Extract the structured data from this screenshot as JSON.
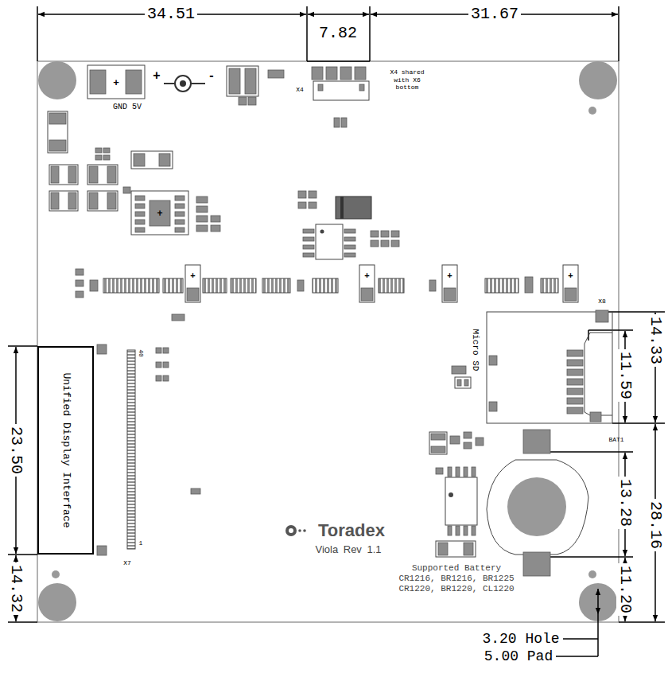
{
  "diagram": {
    "nodes": [
      {
        "text": [
          "Unified Display Interface"
        ]
      }
    ],
    "labels": [
      "34.51",
      "7.82",
      "31.67",
      "+",
      "GND 5V",
      "+",
      "-",
      "X4",
      "X4 shared with X6 bottom",
      "+",
      "+",
      "+",
      "+",
      "+",
      "X8",
      "Micro SD",
      "14.33",
      "11.59",
      "40",
      "23.50",
      "1",
      "X7",
      "BAT1",
      "13.28",
      "28.16",
      "Toradex",
      "Viola Rev 1.1",
      "14.32",
      "Supported Battery CR1216, BR1216, BR1225 CR1220, BR1220, CL1220",
      "11.20",
      "3.20 Hole",
      "5.00 Pad"
    ]
  }
}
